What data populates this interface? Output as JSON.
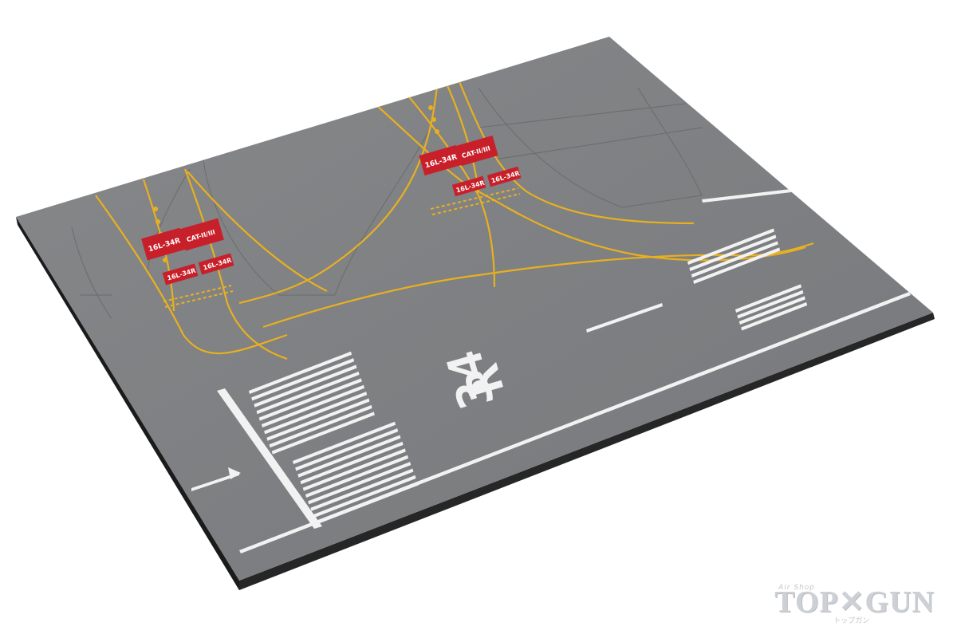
{
  "scene": {
    "runway_designator": {
      "number": "34",
      "letter": "R"
    },
    "signs": {
      "runway_pair": "16L-34R",
      "category": "CAT-II/III"
    },
    "colors": {
      "asphalt": "#7d7f81",
      "asphalt_dark": "#707275",
      "base_edge": "#2a2a2a",
      "taxi_line": "#e8b020",
      "paint": "#f2f2f2",
      "sign_red": "#c8202a",
      "seam": "#5f6163"
    }
  },
  "watermark": {
    "small": "Air Shop",
    "brand": "TOP✕GUN",
    "kana": "トップガン"
  }
}
